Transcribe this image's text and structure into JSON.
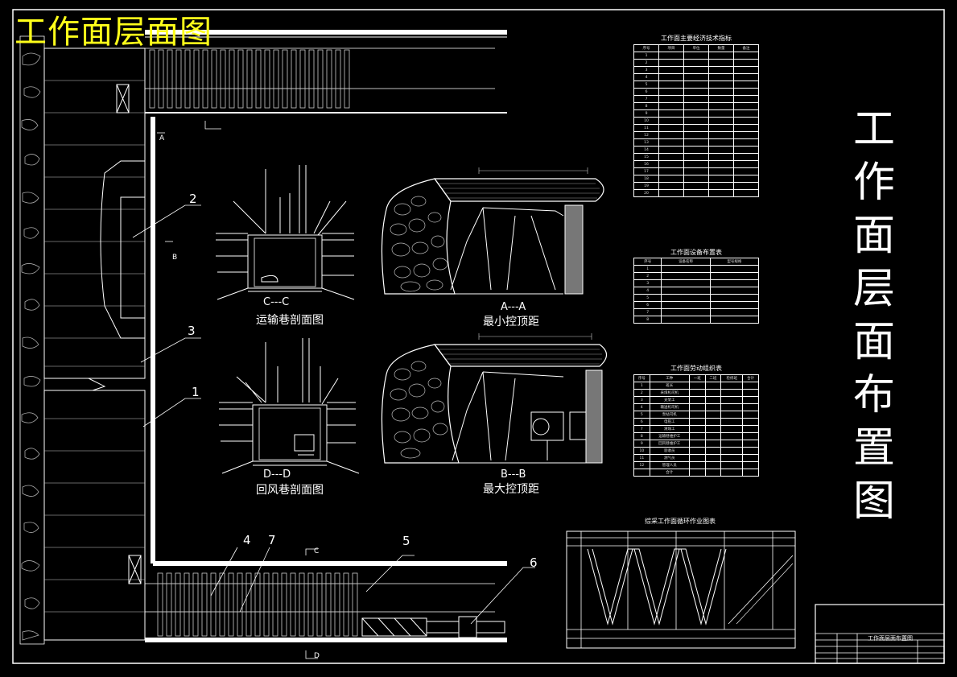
{
  "drawing": {
    "header_title": "工作面层面图",
    "side_title": [
      "工",
      "作",
      "面",
      "层",
      "面",
      "布",
      "置",
      "图"
    ]
  },
  "sections": {
    "haulage_label": "运输巷剖面图",
    "haulage_cut": "C---C",
    "return_label": "回风巷剖面图",
    "return_cut": "D---D",
    "min_label": "最小控顶距",
    "min_cut": "A---A",
    "max_label": "最大控顶距",
    "max_cut": "B---B"
  },
  "callouts": [
    "2",
    "3",
    "1",
    "4",
    "7",
    "5",
    "6"
  ],
  "markers": {
    "a": "A",
    "b": "B",
    "c": "C",
    "d": "D"
  },
  "tables": {
    "tech_title": "工作面主要经济技术指标",
    "tech_head": [
      "序号",
      "项目",
      "单位",
      "数量",
      "备注"
    ],
    "equip_title": "工作面设备布置表",
    "equip_head": [
      "序号",
      "设备名称",
      "型号规格"
    ],
    "labor_title": "工作面劳动组织表",
    "labor_head": [
      "序号",
      "工种",
      "一班",
      "二班",
      "检修班",
      "合计"
    ],
    "labor_rows": [
      "班长",
      "采煤机司机",
      "支架工",
      "输送机司机",
      "泵站司机",
      "电钳工",
      "清煤工",
      "运输巷维护工",
      "回风巷维护工",
      "验收员",
      "测气员",
      "管理人员",
      "合计"
    ],
    "cycle_title": "综采工作面循环作业图表"
  },
  "title_block": {
    "name": "工作面层面布置图"
  }
}
